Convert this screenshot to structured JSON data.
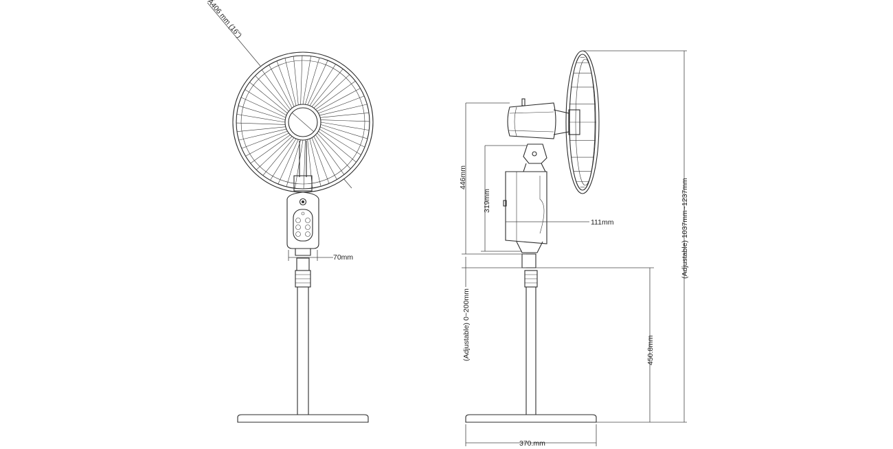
{
  "labels": {
    "blade_diameter": "Ä406 mm (16\")",
    "neck_width": "70mm",
    "head_height": "446mm",
    "body_height": "319mm",
    "head_depth": "111mm",
    "pole_adjust": "(Adjustable) 0~200mm",
    "lower_height": "450.8mm",
    "total_height": "(Adjustable) 1037mm~1237mm",
    "base_width": "370.mm"
  },
  "colors": {
    "line": "#2a2a2a",
    "background": "#ffffff"
  }
}
